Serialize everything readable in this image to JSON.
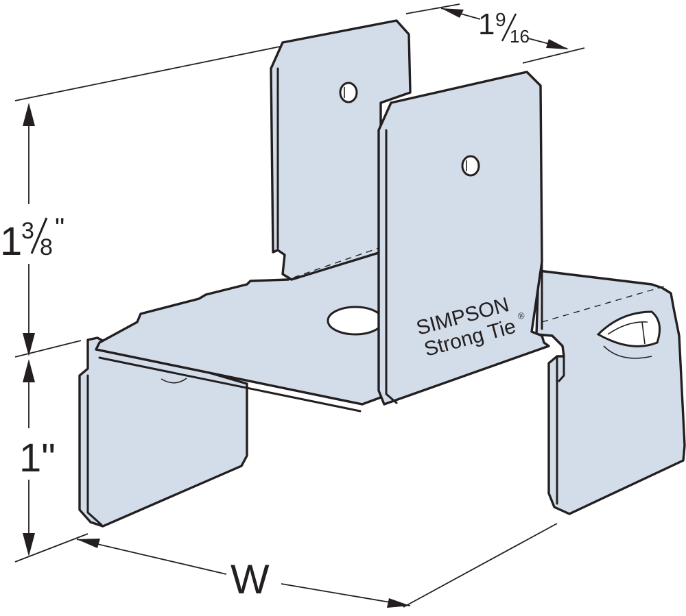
{
  "dimensions": {
    "top_width": {
      "whole": "1",
      "num": "9",
      "den": "16"
    },
    "upper_height": {
      "whole": "1",
      "num": "3",
      "den": "8",
      "mark": "\""
    },
    "lower_height": {
      "text": "1\""
    },
    "width": {
      "text": "W"
    }
  },
  "brand": {
    "line1": "SIMPSON",
    "line2": "Strong Tie",
    "registered": "®"
  },
  "colors": {
    "metal": "#d3dde9",
    "outline": "#231f20",
    "background": "#ffffff"
  }
}
